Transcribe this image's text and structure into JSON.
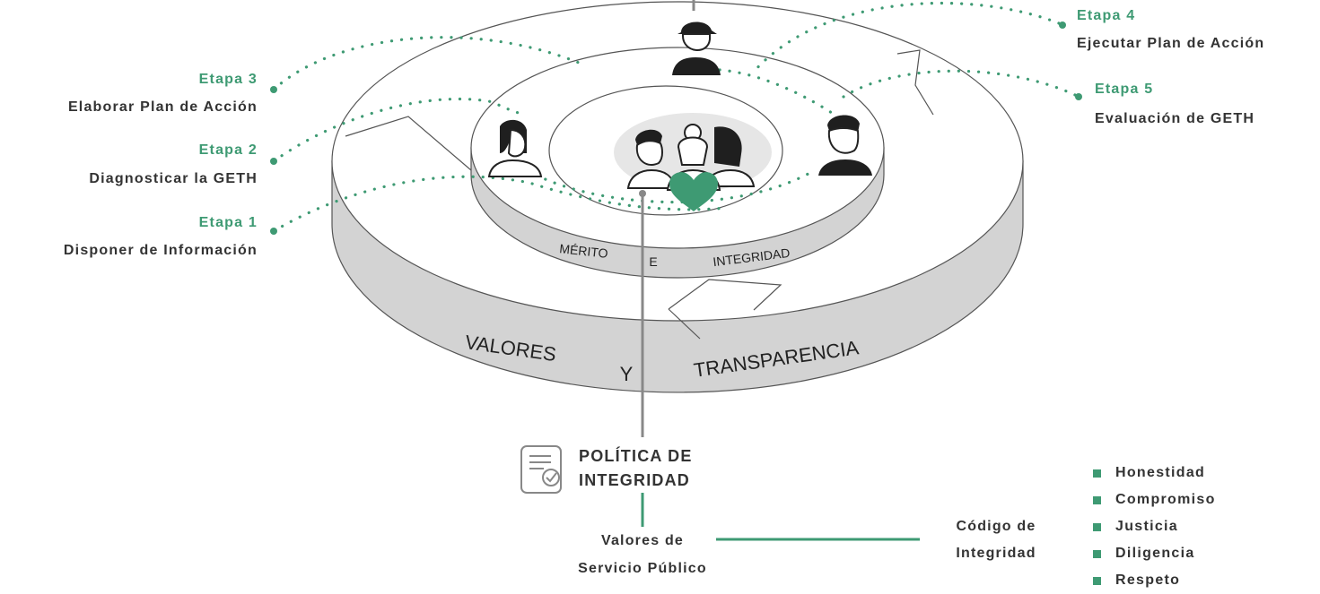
{
  "stages": [
    {
      "id": "1",
      "title": "Etapa 1",
      "description": "Disponer de Información"
    },
    {
      "id": "2",
      "title": "Etapa 2",
      "description": "Diagnosticar la GETH"
    },
    {
      "id": "3",
      "title": "Etapa 3",
      "description": "Elaborar Plan de Acción"
    },
    {
      "id": "4",
      "title": "Etapa 4",
      "description": "Ejecutar Plan de Acción"
    },
    {
      "id": "5",
      "title": "Etapa 5",
      "description": "Evaluación de GETH"
    }
  ],
  "rings": {
    "inner_band": {
      "word1": "MÉRITO",
      "word2": "E",
      "word3": "INTEGRIDAD"
    },
    "outer_band": {
      "word1": "VALORES",
      "word2": "Y",
      "word3": "TRANSPARENCIA"
    }
  },
  "policy": {
    "line1": "POLÍTICA DE",
    "line2": "INTEGRIDAD",
    "icon": "checklist-document-icon"
  },
  "public_values": {
    "line1": "Valores de",
    "line2": "Servicio Público"
  },
  "code": {
    "line1": "Código de",
    "line2": "Integridad"
  },
  "values_list": [
    "Honestidad",
    "Compromiso",
    "Justicia",
    "Diligencia",
    "Respeto"
  ],
  "colors": {
    "accent": "#3e9a73",
    "text": "#333333",
    "band": "#d3d3d3"
  }
}
